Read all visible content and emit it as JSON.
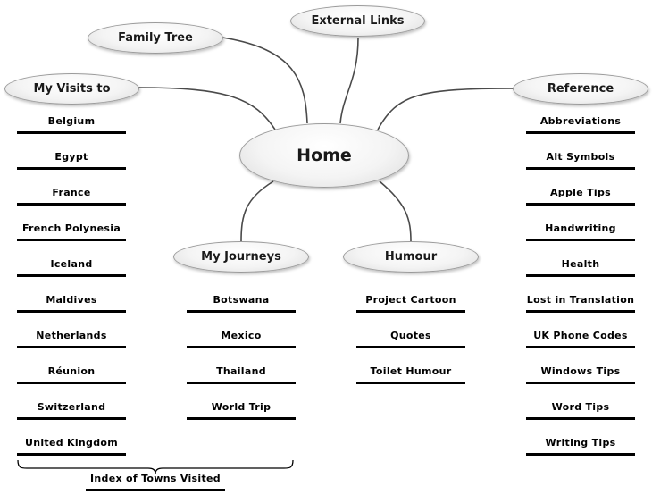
{
  "nodes": {
    "home": "Home",
    "family_tree": "Family Tree",
    "external_links": "External Links",
    "my_visits_to": "My Visits to",
    "reference": "Reference",
    "my_journeys": "My Journeys",
    "humour": "Humour"
  },
  "visits": [
    "Belgium",
    "Egypt",
    "France",
    "French Polynesia",
    "Iceland",
    "Maldives",
    "Netherlands",
    "Réunion",
    "Switzerland",
    "United Kingdom"
  ],
  "journeys": [
    "Botswana",
    "Mexico",
    "Thailand",
    "World Trip"
  ],
  "humour": [
    "Project Cartoon",
    "Quotes",
    "Toilet Humour"
  ],
  "reference": [
    "Abbreviations",
    "Alt Symbols",
    "Apple Tips",
    "Handwriting",
    "Health",
    "Lost in Translation",
    "UK Phone Codes",
    "Windows Tips",
    "Word Tips",
    "Writing Tips"
  ],
  "index_link": "Index of Towns Visited"
}
